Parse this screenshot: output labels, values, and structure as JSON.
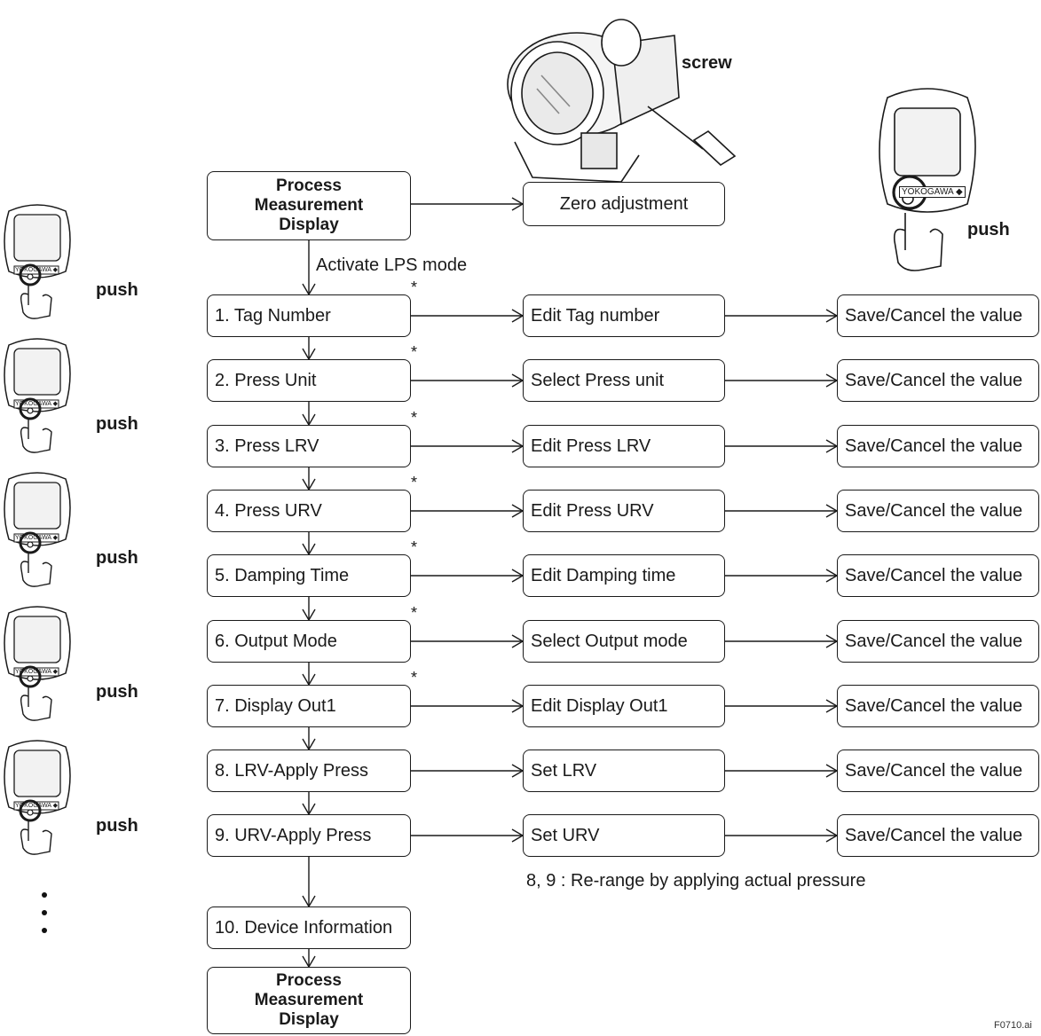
{
  "top": {
    "screw_label": "screw",
    "push_label": "push",
    "start_box": [
      "Process",
      "Measurement",
      "Display"
    ],
    "zero_adjustment": "Zero adjustment",
    "activate_label": "Activate LPS mode"
  },
  "menu": [
    {
      "item": "1. Tag Number",
      "action": "Edit Tag number",
      "result": "Save/Cancel the value",
      "starred": true
    },
    {
      "item": "2. Press Unit",
      "action": "Select Press unit",
      "result": "Save/Cancel the value",
      "starred": true
    },
    {
      "item": "3. Press LRV",
      "action": "Edit Press LRV",
      "result": "Save/Cancel the value",
      "starred": true
    },
    {
      "item": "4. Press URV",
      "action": "Edit Press URV",
      "result": "Save/Cancel the value",
      "starred": true
    },
    {
      "item": "5. Damping Time",
      "action": "Edit Damping time",
      "result": "Save/Cancel the value",
      "starred": true
    },
    {
      "item": "6. Output Mode",
      "action": "Select Output mode",
      "result": "Save/Cancel the value",
      "starred": true
    },
    {
      "item": "7. Display Out1",
      "action": "Edit Display Out1",
      "result": "Save/Cancel the value",
      "starred": true
    },
    {
      "item": "8. LRV-Apply Press",
      "action": "Set LRV",
      "result": "Save/Cancel the value",
      "starred": false
    },
    {
      "item": "9. URV-Apply Press",
      "action": "Set URV",
      "result": "Save/Cancel the value",
      "starred": false
    }
  ],
  "star_symbol": "*",
  "note": "8, 9 : Re-range by applying actual pressure",
  "device_info": "10. Device Information",
  "end_box": [
    "Process",
    "Measurement",
    "Display"
  ],
  "push_side_labels": [
    "push",
    "push",
    "push",
    "push",
    "push"
  ],
  "display_brand": "YOKOGAWA ◆",
  "figure_id": "F0710.ai"
}
